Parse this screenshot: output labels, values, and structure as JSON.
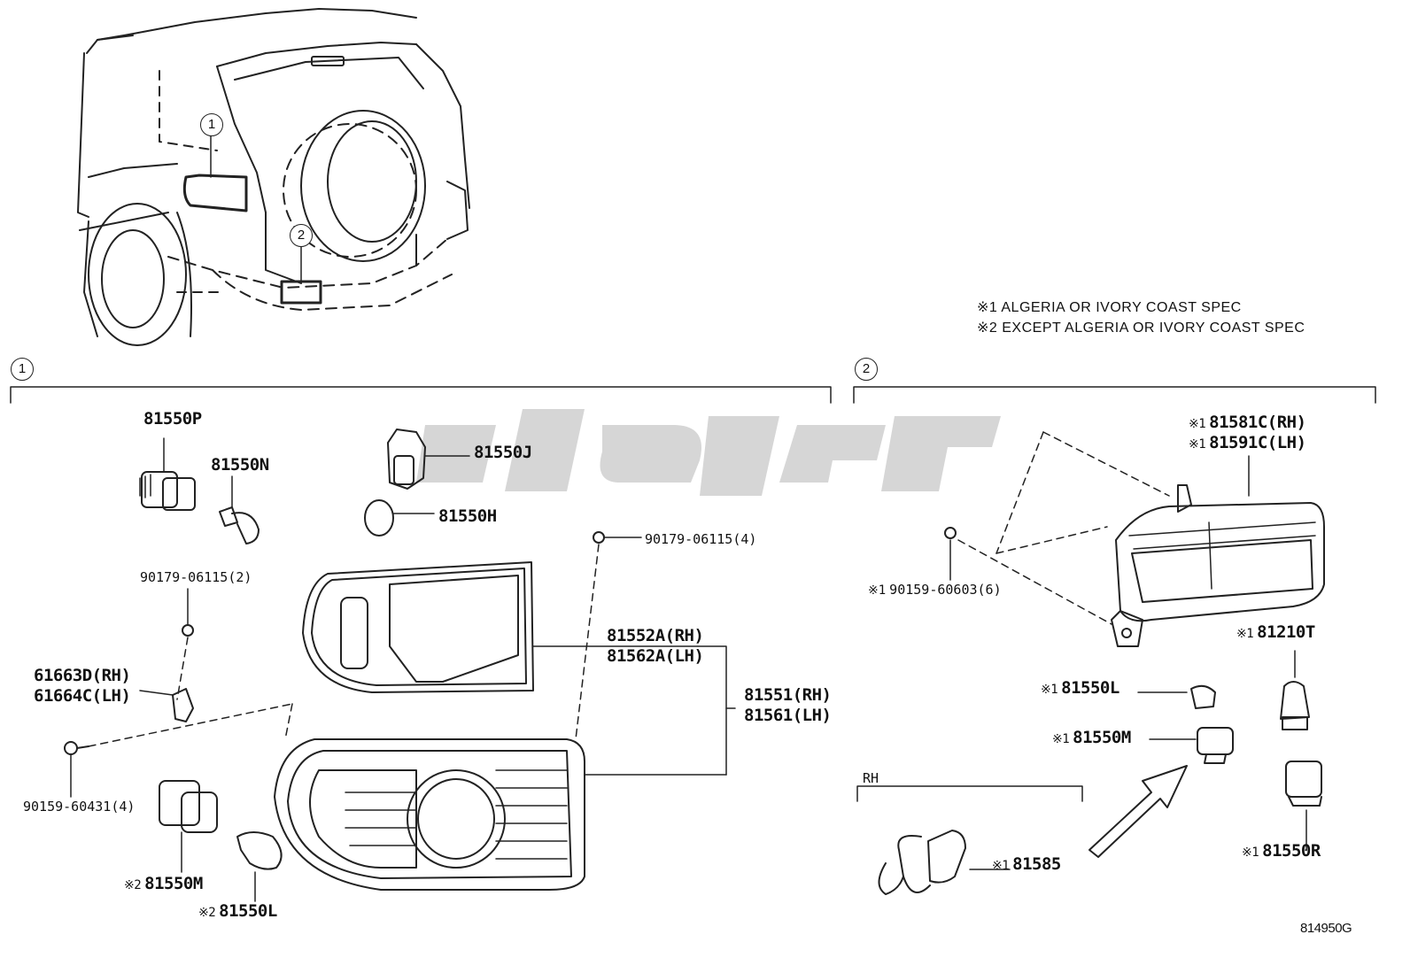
{
  "notes": {
    "note1": "※1 ALGERIA OR IVORY COAST SPEC",
    "note2": "※2 EXCEPT ALGERIA OR IVORY COAST SPEC"
  },
  "callouts": {
    "c1": "1",
    "c2": "2"
  },
  "watermark": {
    "text": "کارینو",
    "color": "#c9c9c9"
  },
  "section1": {
    "p81550P": "81550P",
    "p81550N": "81550N",
    "p81550J": "81550J",
    "p81550H": "81550H",
    "p90179_2": "90179-06115(2)",
    "p90179_4": "90179-06115(4)",
    "p61663D": "61663D(RH)",
    "p61664C": "61664C(LH)",
    "p81552A": "81552A(RH)",
    "p81562A": "81562A(LH)",
    "p81551": "81551(RH)",
    "p81561": "81561(LH)",
    "p90159_4": "90159-60431(4)",
    "p81550M": "81550M",
    "p81550L": "81550L",
    "mark2": "※2"
  },
  "section2": {
    "p81581C": "81581C(RH)",
    "p81591C": "81591C(LH)",
    "p90159_6": "90159-60603(6)",
    "p81210T": "81210T",
    "p81550L": "81550L",
    "p81550M": "81550M",
    "p81550R": "81550R",
    "p81585": "81585",
    "rh": "RH",
    "mark1": "※1"
  },
  "diagram_ref": "814950G"
}
